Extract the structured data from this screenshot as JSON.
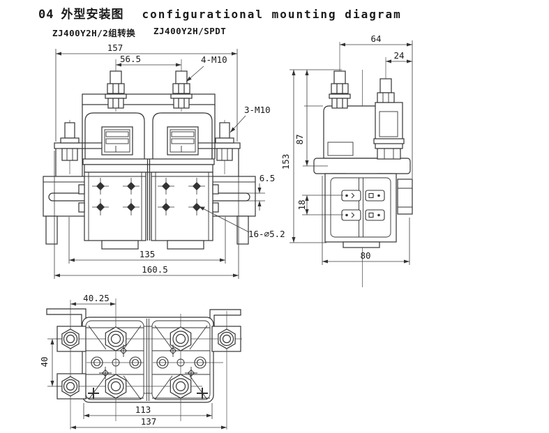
{
  "title": {
    "number": "04",
    "zh": "外型安装图",
    "en": "configurational mounting diagram"
  },
  "models": {
    "left": "ZJ400Y2H/2组转换",
    "right": "ZJ400Y2H/SPDT"
  },
  "front_view": {
    "dims": {
      "top_width": "157",
      "terminal_spacing": "56.5",
      "terminal_studs": "4-M10",
      "bracket_studs": "3-M10",
      "slot_width": "6.5",
      "terminal_holes": "16-∅5.2",
      "body_width": "135",
      "overall_width": "160.5"
    }
  },
  "side_view": {
    "dims": {
      "depth": "64",
      "aux_terminal_offset": "24",
      "body_height": "87",
      "overall_height": "153",
      "spade_spacing": "18",
      "base_width": "80"
    }
  },
  "bottom_view": {
    "dims": {
      "bracket_to_pole": "40.25",
      "bracket_hole_spacing": "40",
      "base_width": "113",
      "bracket_span": "137"
    }
  },
  "colors": {
    "line": "#333333",
    "background": "#ffffff"
  }
}
